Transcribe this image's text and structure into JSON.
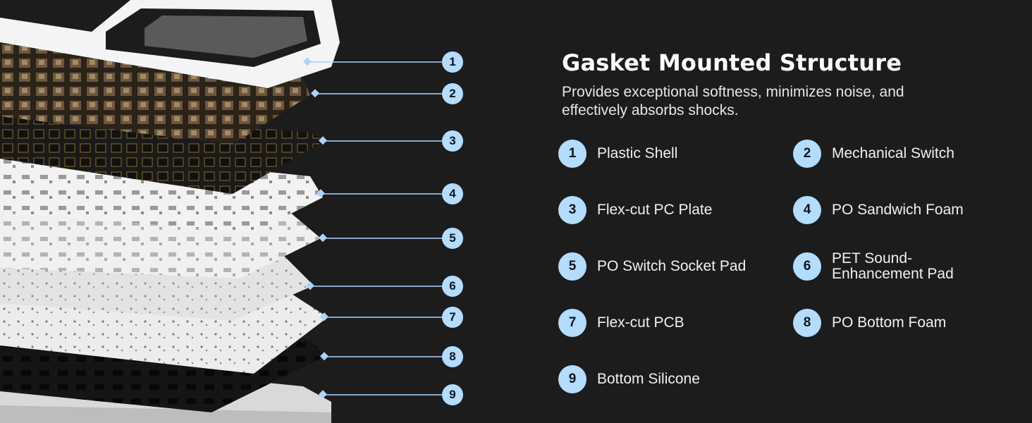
{
  "heading": "Gasket Mounted Structure",
  "description": "Provides exceptional softness, minimizes noise, and effectively absorbs shocks.",
  "colors": {
    "background": "#1c1c1c",
    "badge": "#b3dcff",
    "leader_line": "#a9d4ff",
    "text": "#ffffff"
  },
  "callouts": [
    "1",
    "2",
    "3",
    "4",
    "5",
    "6",
    "7",
    "8",
    "9"
  ],
  "layers": [
    {
      "number": "1",
      "name": "Plastic Shell"
    },
    {
      "number": "2",
      "name": "Mechanical Switch"
    },
    {
      "number": "3",
      "name": "Flex-cut PC  Plate"
    },
    {
      "number": "4",
      "name": "PO Sandwich Foam"
    },
    {
      "number": "5",
      "name": "PO Switch Socket Pad"
    },
    {
      "number": "6",
      "name": "PET Sound-\nEnhancement Pad"
    },
    {
      "number": "7",
      "name": "Flex-cut PCB"
    },
    {
      "number": "8",
      "name": "PO Bottom Foam"
    },
    {
      "number": "9",
      "name": "Bottom Silicone"
    }
  ]
}
